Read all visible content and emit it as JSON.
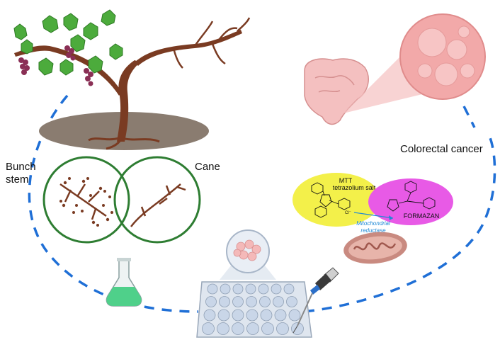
{
  "labels": {
    "bunch_stem_line1": "Bunch",
    "bunch_stem_line2": "stem",
    "cane": "Cane",
    "colorectal_cancer": "Colorectal cancer",
    "mtt_line1": "MTT",
    "mtt_line2": "tetrazolium salt",
    "chloride": "Cl⁻",
    "formazan": "FORMAZAN",
    "enzyme_line1": "Mitochondrial",
    "enzyme_line2": "reductase"
  },
  "colors": {
    "cycle_dash": "#1f6fd6",
    "leaf": "#4cab3c",
    "grape": "#8a2f55",
    "trunk": "#7a3b22",
    "ground": "#8a7c70",
    "circle_outline": "#2e7d32",
    "mtt_bubble": "#f3f04a",
    "formazan_bubble": "#e85ae6",
    "enzyme_text": "#1e88d6",
    "colon": "#f4c0c0",
    "mitochondrion": "#c98a80",
    "flask_liquid": "#4fd08a",
    "well": "#c9d6e8"
  },
  "icons": [
    "grapevine-illustration",
    "bunch-stem-circle",
    "cane-circle",
    "intestine-illustration",
    "tumor-magnifier",
    "mtt-structure",
    "formazan-structure",
    "mitochondrion-illustration",
    "flask-icon",
    "well-plate",
    "cell-culture-magnifier",
    "pipette-icon"
  ]
}
